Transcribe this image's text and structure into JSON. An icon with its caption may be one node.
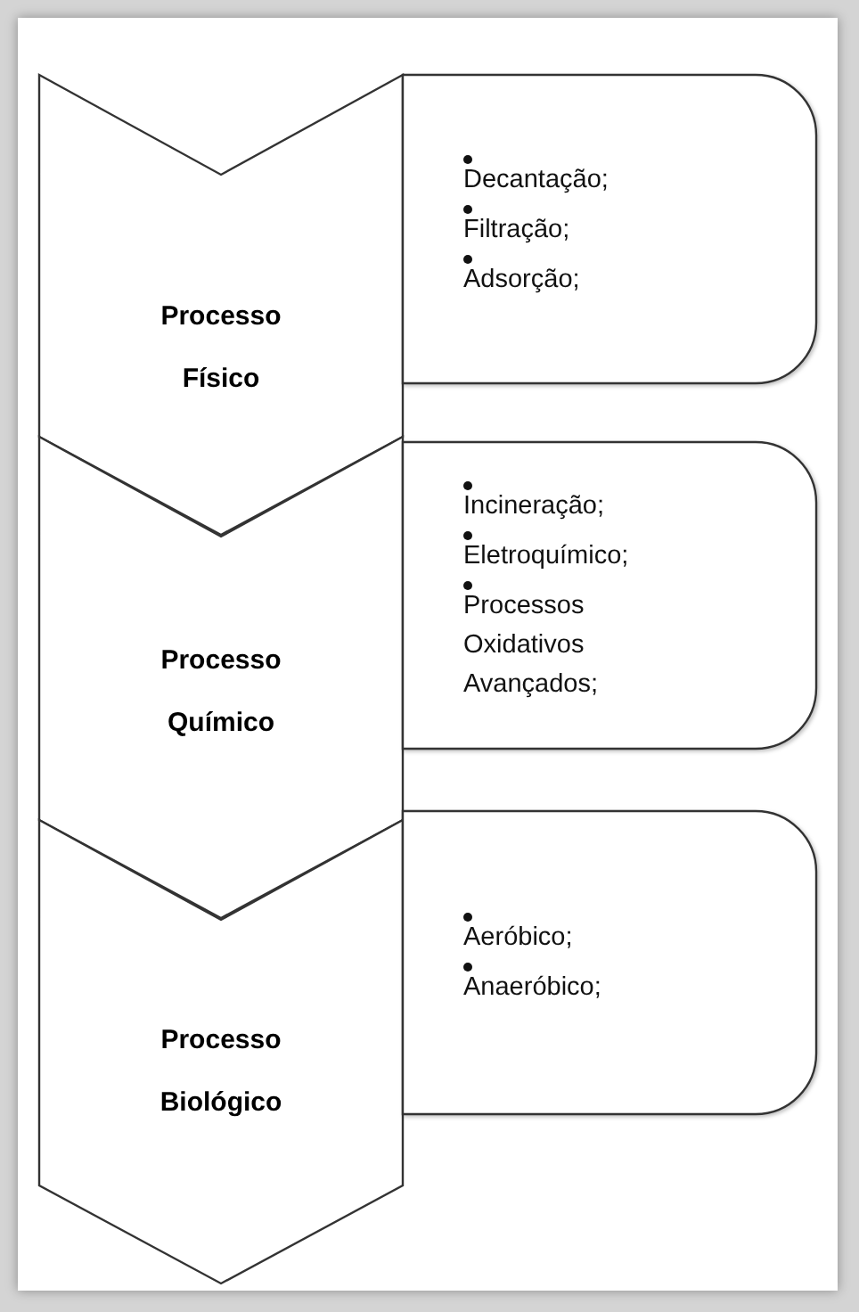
{
  "diagram": {
    "nodes": [
      {
        "text": [
          "Processo Físico"
        ]
      },
      {
        "text": [
          "Decantação;",
          "Filtração;",
          "Adsorção;"
        ]
      },
      {
        "text": [
          "Processo Químico"
        ]
      },
      {
        "text": [
          "Incineração;",
          "Eletroquímico;",
          "Processos Oxidativos Avançados;"
        ]
      },
      {
        "text": [
          "Processo Biológico"
        ]
      },
      {
        "text": [
          "Aeróbico;",
          "Anaeróbico;"
        ]
      }
    ]
  }
}
